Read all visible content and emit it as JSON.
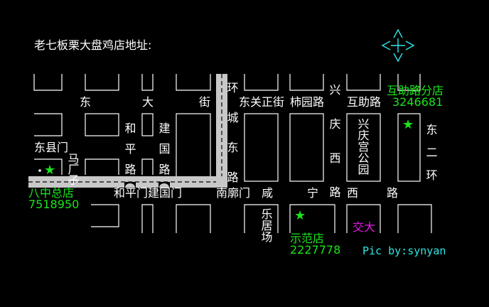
{
  "title": "老七板栗大盘鸡店地址:",
  "roads": {
    "dongdajie": [
      "东",
      "大",
      "街"
    ],
    "huancheng": "环城东路",
    "dongguanzhengjie": "东关正街",
    "shiyuanlu": "柿园路",
    "huzhulu": "互助路",
    "xingqingxilu": "兴庆西路",
    "xingqinggongyuan": "兴庆宫公园",
    "donger_huan": "东二环",
    "dongxianmen": "东县门",
    "maguangzi": "马厂子",
    "hepinglu": "和平路",
    "jianguolu": "建国路",
    "hepingmen": "和平门",
    "jianguomen": "建国门",
    "nanlangmen": "南廓门",
    "xianning": [
      "咸",
      "宁",
      "西",
      "路"
    ],
    "lejuchang": "乐居场"
  },
  "stores": {
    "huzhu": {
      "name": "互助路分店",
      "phone": "3246681"
    },
    "bazhong": {
      "name": "八中总店",
      "phone": "7518950"
    },
    "shifan": {
      "name": "示范店",
      "phone": "2227778"
    }
  },
  "jiaoda": "交大",
  "credit": "Pic by:synyan",
  "icons": {
    "star": "★",
    "compass": "compass-icon"
  },
  "colors": {
    "background": "#000000",
    "road": "#c8c8c8",
    "store": "#19e619",
    "landmark": "#e619e6",
    "credit": "#2ee6e6"
  }
}
